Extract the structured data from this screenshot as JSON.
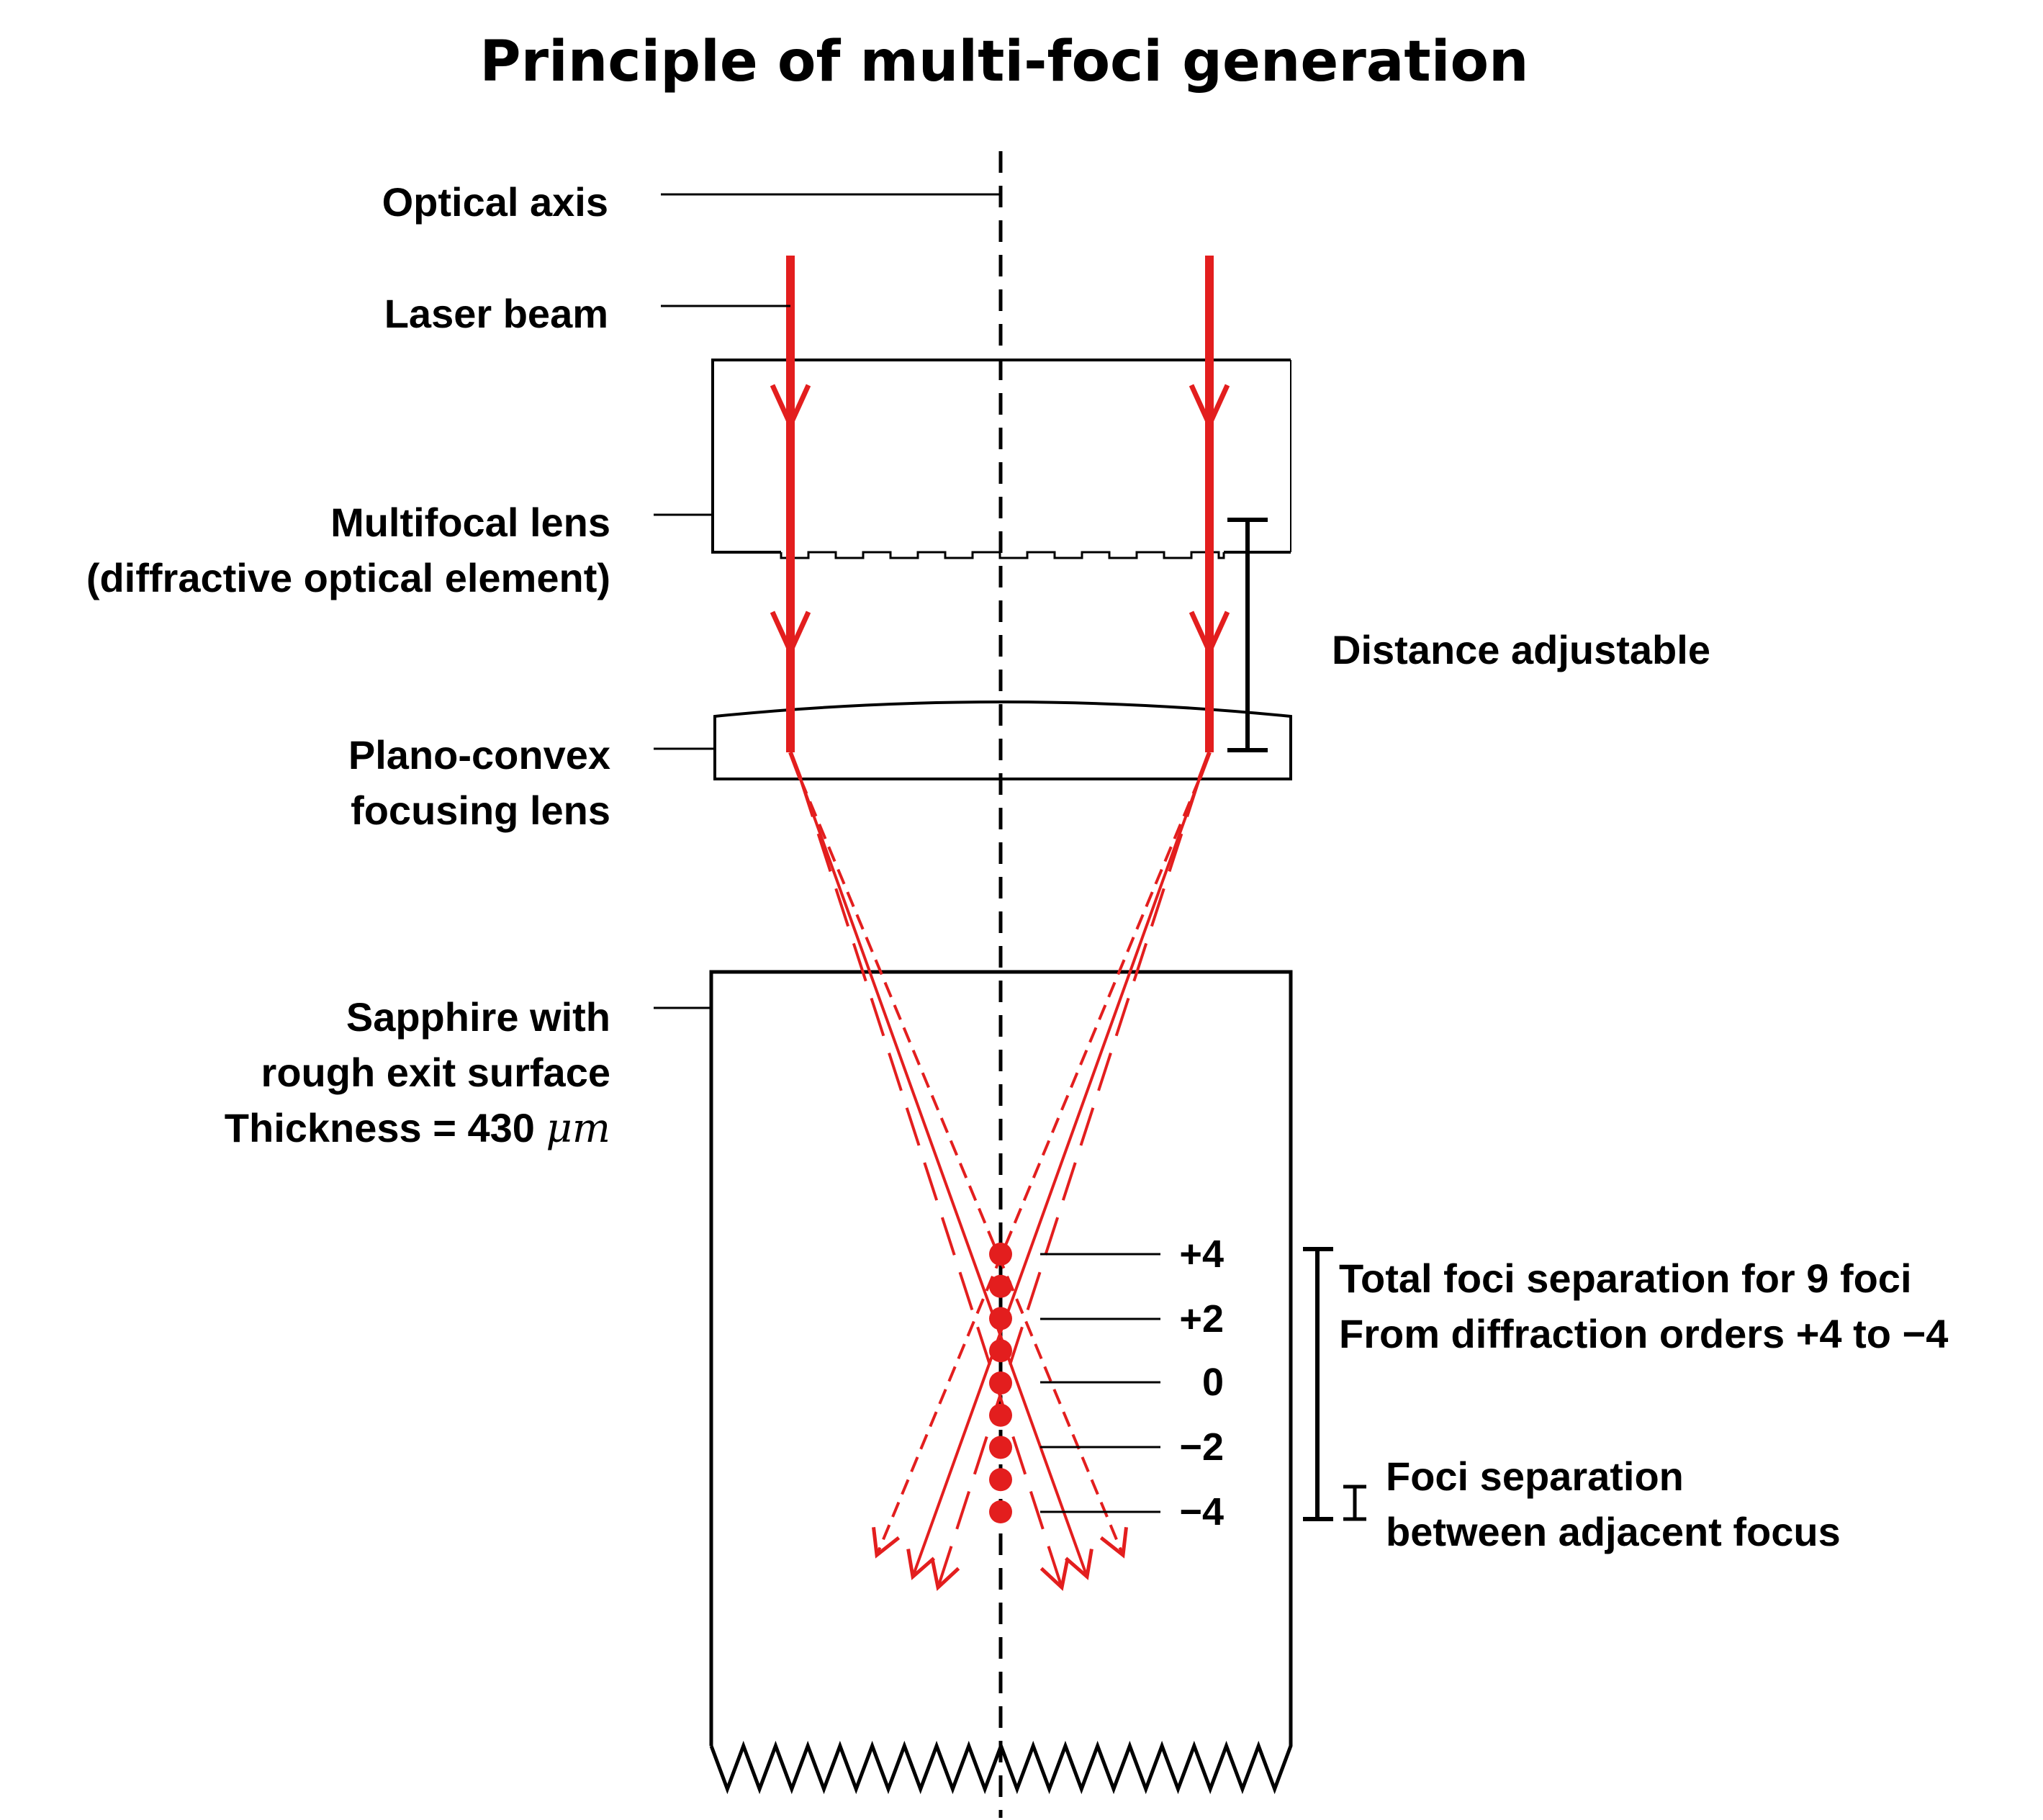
{
  "title": "Principle of multi-foci generation",
  "labels": {
    "optical_axis": "Optical axis",
    "laser_beam": "Laser beam",
    "multifocal_lens_1": "Multifocal  lens",
    "multifocal_lens_2": "(diffractive  optical  element)",
    "plano_convex_1": "Plano-convex",
    "plano_convex_2": "focusing lens",
    "sapphire_1": "Sapphire with",
    "sapphire_2": "rough exit surface",
    "sapphire_3_prefix": "Thickness  = 430",
    "sapphire_3_unit": "μm",
    "distance_adjustable": "Distance adjustable",
    "total_sep_1": "Total foci separation for 9 foci",
    "total_sep_2": "From diffraction  orders +4 to −4",
    "foci_sep_1": "Foci separation",
    "foci_sep_2": "between adjacent focus"
  },
  "diffraction_orders": [
    "+4",
    "+2",
    "0",
    "−2",
    "−4"
  ],
  "focus_count": 9,
  "colors": {
    "beam": "#e31e1e",
    "outline": "#000000",
    "background": "#ffffff"
  }
}
